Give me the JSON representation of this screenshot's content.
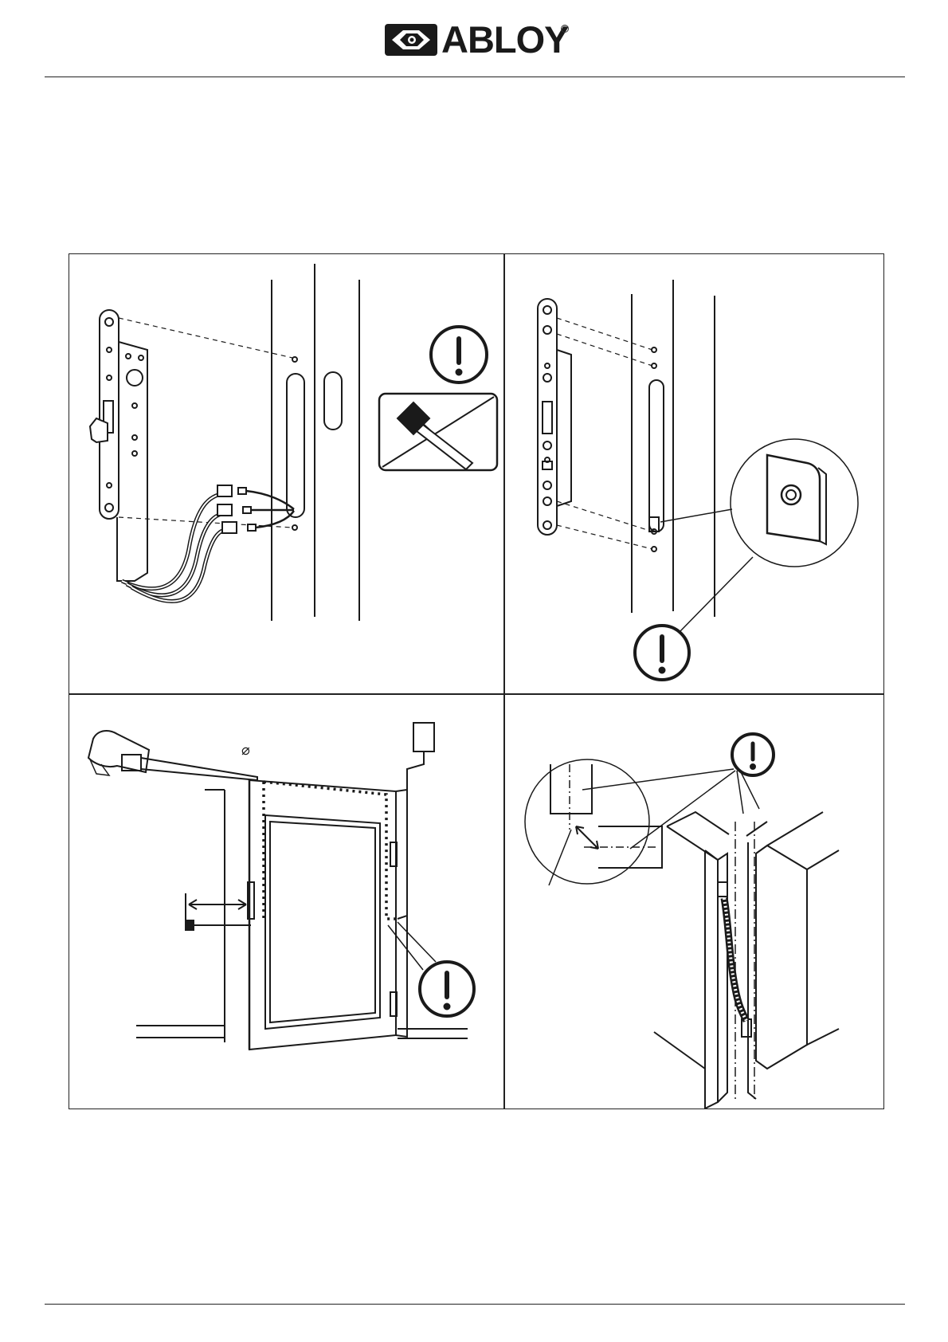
{
  "header": {
    "brand": "ABLOY",
    "registered_mark": "®"
  },
  "figures": [
    {
      "id": "lock-wiring",
      "warning_icon": "exclamation-icon",
      "prohibition_icon": "no-hammer-icon"
    },
    {
      "id": "front-plate-mounting",
      "warning_icon": "exclamation-icon"
    },
    {
      "id": "cable-drilling",
      "warning_icon": "exclamation-icon",
      "symbol": "⌀"
    },
    {
      "id": "door-gap",
      "warning_icon": "exclamation-icon"
    }
  ],
  "colors": {
    "ink": "#1a1a1a",
    "paper": "#ffffff"
  }
}
